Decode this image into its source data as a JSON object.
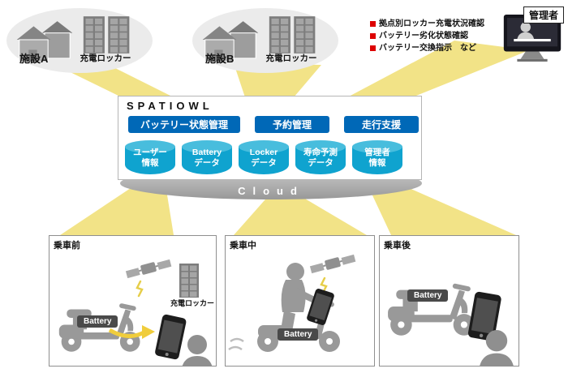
{
  "facility_a": {
    "name": "施設A",
    "locker": "充電ロッカー"
  },
  "facility_b": {
    "name": "施設B",
    "locker": "充電ロッカー"
  },
  "admin": {
    "title": "管理者",
    "tasks": [
      "拠点別ロッカー充電状況確認",
      "バッテリー劣化状態確認",
      "バッテリー交換指示　など"
    ]
  },
  "platform": {
    "name": "SPATIOWL",
    "functions": [
      "バッテリー状態管理",
      "予約管理",
      "走行支援"
    ],
    "databases": [
      {
        "l1": "ユーザー",
        "l2": "情報"
      },
      {
        "l1": "Battery",
        "l2": "データ"
      },
      {
        "l1": "Locker",
        "l2": "データ"
      },
      {
        "l1": "寿命予測",
        "l2": "データ"
      },
      {
        "l1": "管理者",
        "l2": "情報"
      }
    ],
    "cloud": "Cloud"
  },
  "scenes": [
    {
      "label": "乗車前",
      "battery": "Battery",
      "locker": "充電ロッカー"
    },
    {
      "label": "乗車中",
      "battery": "Battery"
    },
    {
      "label": "乗車後",
      "battery": "Battery"
    }
  ],
  "colors": {
    "function_blue": "#0068b7",
    "database_cyan": "#0fa3cf",
    "beam_yellow": "#f2e387",
    "alert_red": "#dd0000",
    "silhouette_gray": "#999999"
  }
}
